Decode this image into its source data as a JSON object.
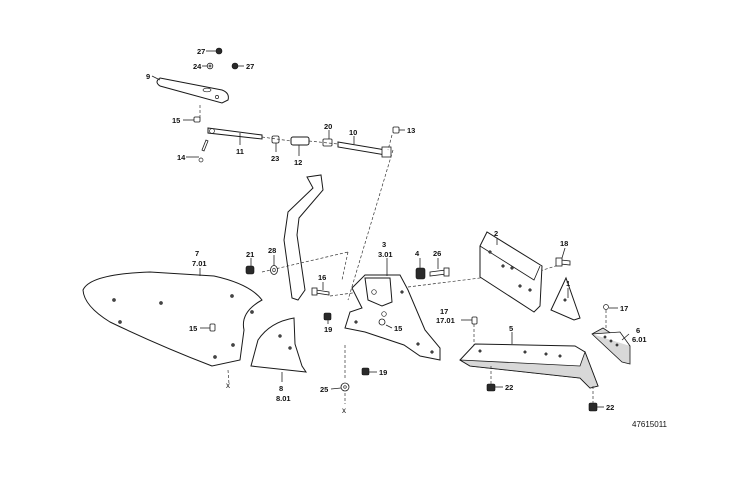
{
  "diagram": {
    "doc_id": "47615011",
    "callouts": {
      "c27a": "27",
      "c24": "24",
      "c27b": "27",
      "c9": "9",
      "c15a": "15",
      "c14": "14",
      "c11": "11",
      "c23": "23",
      "c12": "12",
      "c20": "20",
      "c10": "10",
      "c13": "13",
      "c7": "7",
      "c701": "7.01",
      "c21": "21",
      "c28": "28",
      "c16": "16",
      "c3": "3",
      "c301": "3.01",
      "c4": "4",
      "c26": "26",
      "c2": "2",
      "c18": "18",
      "c1": "1",
      "c15b": "15",
      "c15c": "15",
      "c19a": "19",
      "c19b": "19",
      "c17a": "17",
      "c1701": "17.01",
      "c5": "5",
      "c17b": "17",
      "c6": "6",
      "c601": "6.01",
      "c8": "8",
      "c801": "8.01",
      "c25": "25",
      "c22a": "22",
      "c22b": "22"
    }
  }
}
